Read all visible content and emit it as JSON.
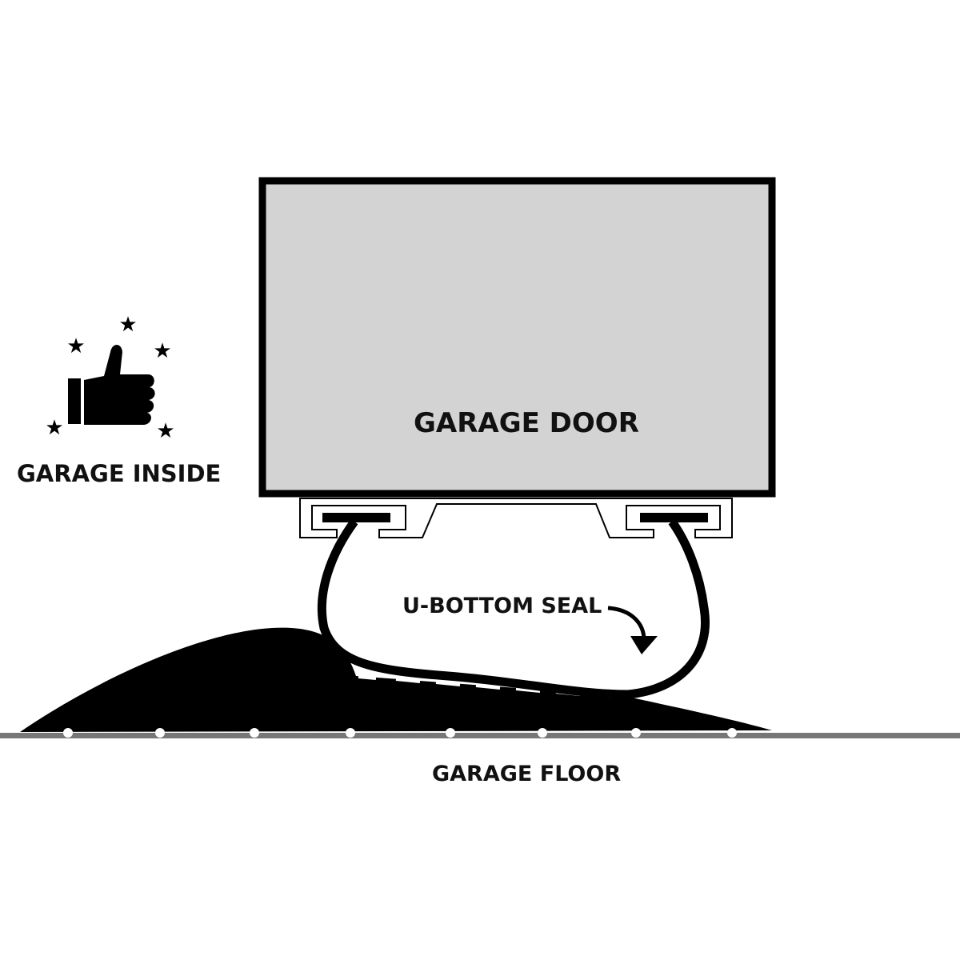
{
  "labels": {
    "door": "GARAGE DOOR",
    "inside": "GARAGE INSIDE",
    "seal": "U-BOTTOM SEAL",
    "floor": "GARAGE FLOOR"
  },
  "colors": {
    "door_fill": "#d3d3d3",
    "floor": "#777777",
    "ink": "#000000"
  }
}
